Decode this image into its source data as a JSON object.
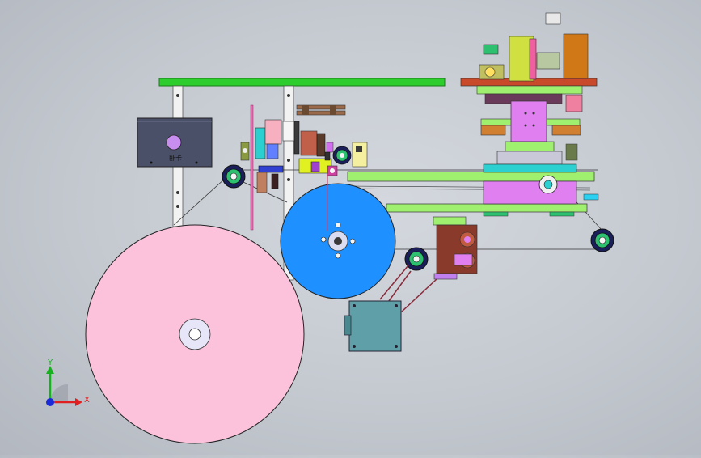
{
  "viewport": {
    "background_top": "#d4d8de",
    "background_bottom": "#b3b8c0"
  },
  "box_label": "卧卡",
  "triad": {
    "x_label": "X",
    "y_label": "Y",
    "x_color": "#e02020",
    "y_color": "#18b020",
    "z_color": "#1a2ad8"
  },
  "colors": {
    "pink_reel": "#fcc2dc",
    "blue_reel": "#1e90ff",
    "green_beam": "#2ccd2c",
    "motor": "#5fa0a8",
    "box": "#4a5068"
  }
}
